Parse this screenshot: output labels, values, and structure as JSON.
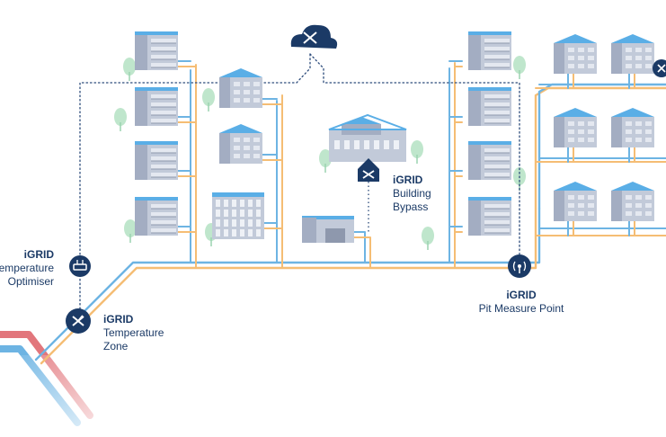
{
  "colors": {
    "supply_line": "#f5bd74",
    "return_line": "#6db4e3",
    "hot_mains": "#e2767c",
    "cold_mains": "#6db4e3",
    "control_line": "#2b4a7a",
    "node_fill": "#1b3a66",
    "building_wall": "#c2cad9",
    "building_shade": "#a3adc2",
    "building_roof": "#5aaee6",
    "tree": "#bfe6cc"
  },
  "icons": {
    "cloud": "cloud-icon",
    "temperature_zone": "valve-icon",
    "temperature_optimiser": "router-icon",
    "building_bypass": "bypass-valve-icon",
    "pit_measure_point": "wireless-sensor-icon"
  },
  "labels": {
    "temperature_optimiser": {
      "brand": "iGRID",
      "lines": [
        "Temperature",
        "Optimiser"
      ]
    },
    "temperature_zone": {
      "brand": "iGRID",
      "lines": [
        "Temperature",
        "Zone"
      ]
    },
    "building_bypass": {
      "brand": "iGRID",
      "lines": [
        "Building",
        "Bypass"
      ]
    },
    "pit_measure_point": {
      "brand": "iGRID",
      "lines": [
        "Pit Measure Point"
      ]
    }
  }
}
